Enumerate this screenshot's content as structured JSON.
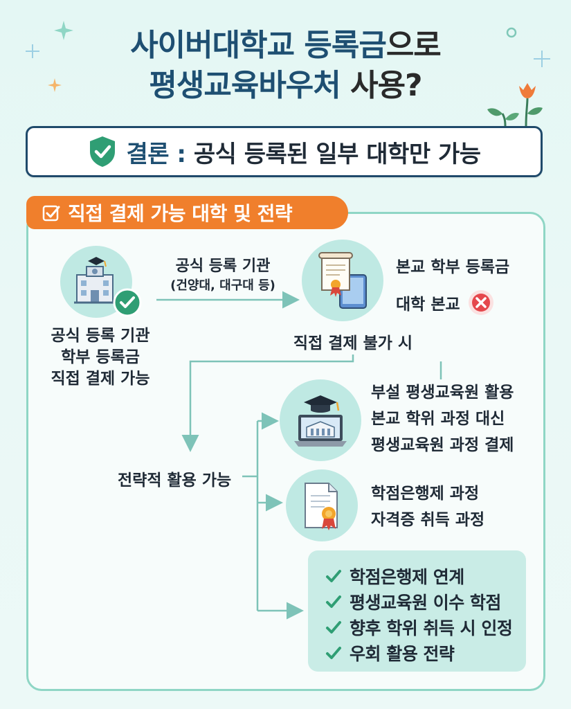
{
  "title": {
    "line1_a": "사이버대학교 등록금",
    "line1_b": "으로",
    "line2_a": "평생교육바우처",
    "line2_b": " 사용?"
  },
  "conclusion": {
    "label": "결론 :",
    "text": "공식 등록된 일부 대학만 가능"
  },
  "section": {
    "banner": "직접 결제 가능 대학 및 전략"
  },
  "flow": {
    "left_node": {
      "lines": [
        "공식 등록 기관",
        "학부 등록금",
        "직접 결제 가능"
      ]
    },
    "arrow_label": {
      "line1": "공식 등록 기관",
      "line2": "(건양대, 대구대 등)"
    },
    "right_node": {
      "line1": "본교 학부 등록금",
      "line2": "대학 본교"
    },
    "fail_label": "직접 결제 불가 시",
    "strategy_label": "전략적 활용 가능",
    "option1": {
      "lines": [
        "부설 평생교육원 활용",
        "본교 학위 과정 대신",
        "평생교육원 과정 결제"
      ]
    },
    "option2": {
      "lines": [
        "학점은행제 과정",
        "자격증 취득 과정"
      ]
    },
    "checklist": [
      "학점은행제 연계",
      "평생교육원 이수 학점",
      "향후 학위 취득 시 인정",
      "우회 활용 전략"
    ]
  },
  "colors": {
    "title_blue": "#1e4f72",
    "orange": "#f07f2c",
    "teal_border": "#8fd6c5",
    "circle_fill": "#bfe9e3",
    "check_green": "#2f9e74",
    "x_red": "#e5484d"
  }
}
